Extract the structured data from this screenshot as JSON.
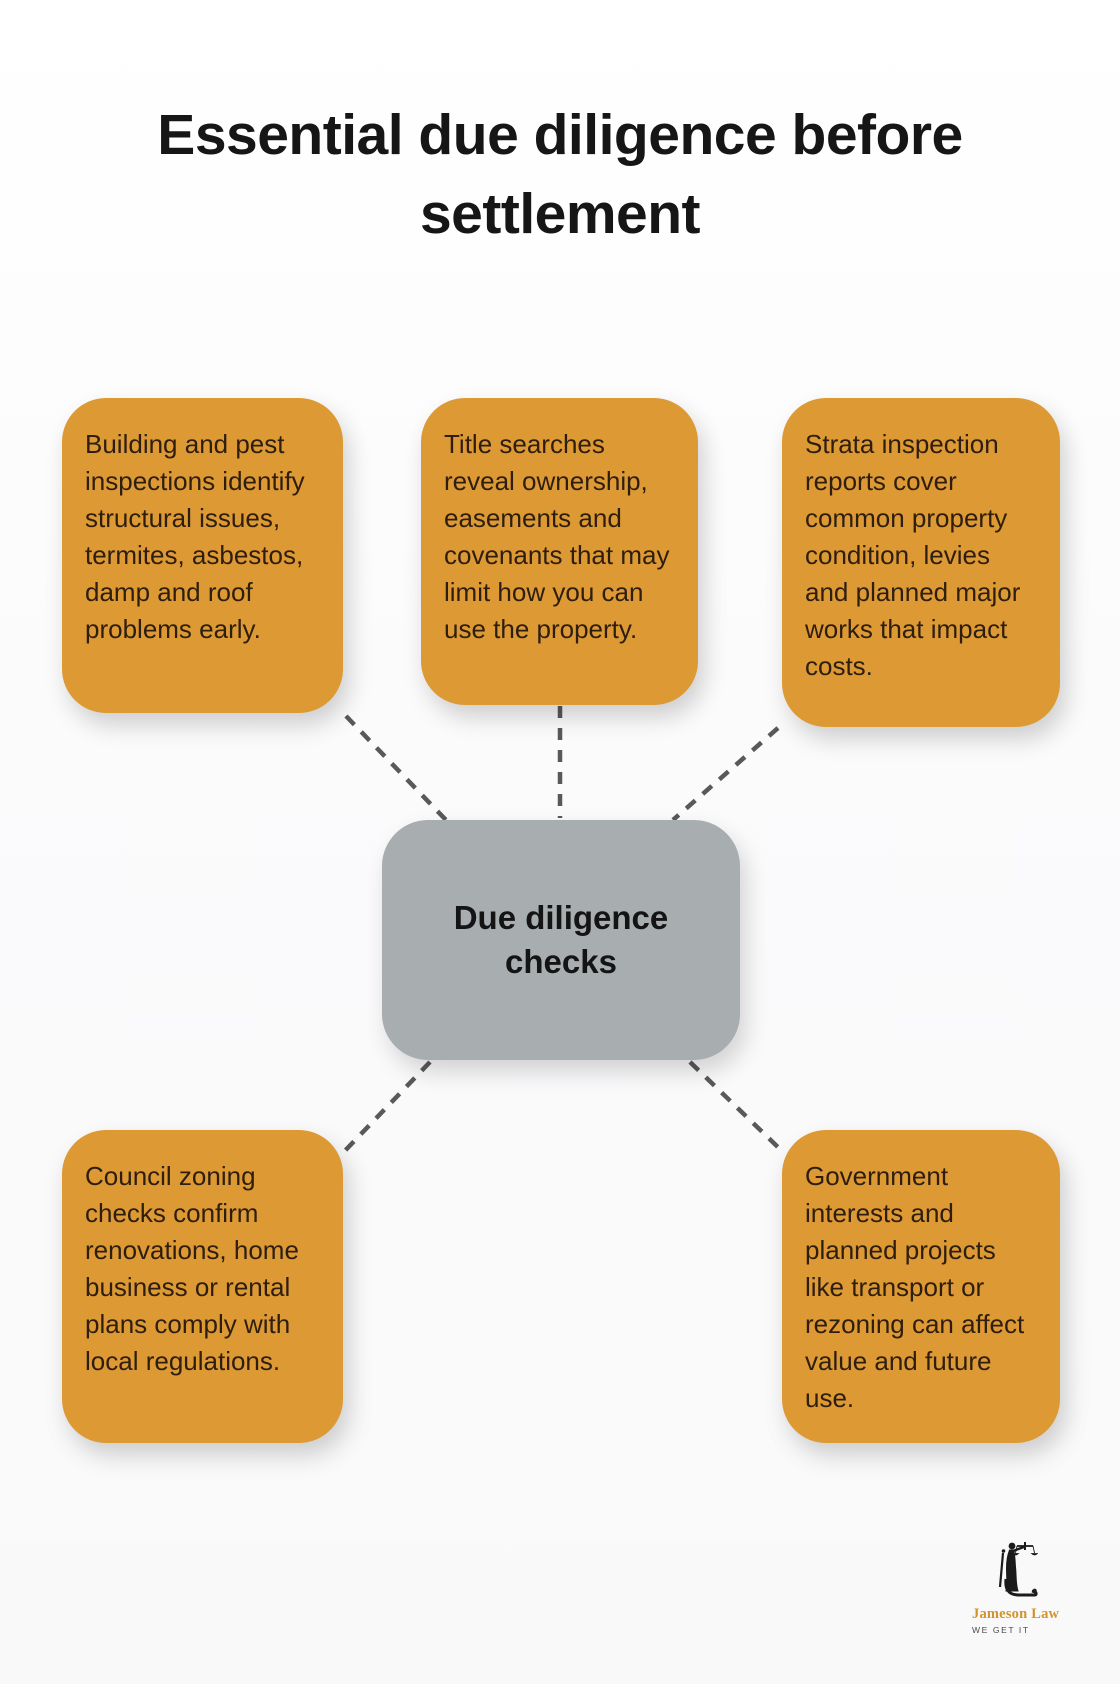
{
  "title": "Essential due diligence before\nsettlement",
  "center": {
    "label": "Due diligence checks"
  },
  "nodes": [
    {
      "id": "building-pest-inspections",
      "text": "Building and pest inspections identify structural issues, termites, asbestos, damp and roof problems early."
    },
    {
      "id": "title-searches",
      "text": "Title searches reveal ownership, easements and covenants that may limit how you can use the property."
    },
    {
      "id": "strata-inspection-reports",
      "text": "Strata inspection reports cover common property condition, levies and planned major works that impact costs."
    },
    {
      "id": "council-zoning-checks",
      "text": "Council zoning checks confirm renovations, home business or rental plans comply with local regulations."
    },
    {
      "id": "government-interests",
      "text": "Government interests and planned projects like transport or rezoning can affect value and future use."
    }
  ],
  "logo": {
    "name": "Jameson Law",
    "tagline": "WE GET IT"
  },
  "colors": {
    "card": "#DD9933",
    "center": "#A8ADB0",
    "connector": "#595959",
    "title_text": "#161616",
    "card_text": "#2E1E0F",
    "logo_gold": "#D2932A",
    "logo_dark": "#4A4A4A"
  }
}
